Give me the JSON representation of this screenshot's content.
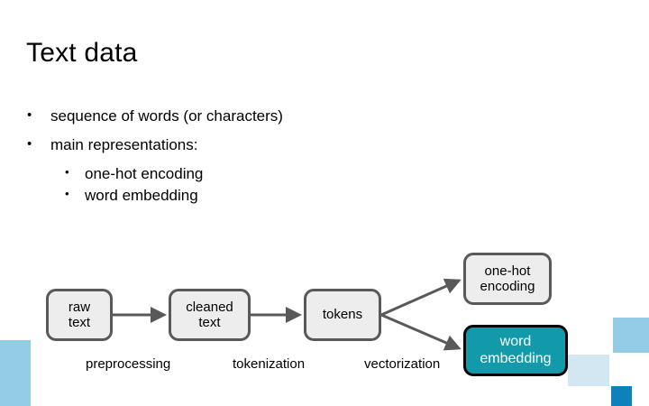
{
  "slide": {
    "title": "Text data",
    "background": "#ffffff"
  },
  "bullets": [
    {
      "level": 1,
      "marker": "•",
      "text": "sequence of words (or characters)"
    },
    {
      "level": 1,
      "marker": "•",
      "text": "main representations:"
    },
    {
      "level": 2,
      "marker": "•",
      "text": "one-hot encoding"
    },
    {
      "level": 2,
      "marker": "•",
      "text": "word embedding"
    }
  ],
  "diagram": {
    "nodes": [
      {
        "id": "raw-text",
        "line1": "raw",
        "line2": "text",
        "style": "gray"
      },
      {
        "id": "cleaned-text",
        "line1": "cleaned",
        "line2": "text",
        "style": "gray"
      },
      {
        "id": "tokens",
        "line1": "tokens",
        "line2": "",
        "style": "gray"
      },
      {
        "id": "one-hot",
        "line1": "one-hot",
        "line2": "encoding",
        "style": "gray"
      },
      {
        "id": "word-embedding",
        "line1": "word",
        "line2": "embedding",
        "style": "teal"
      }
    ],
    "edge_labels": [
      {
        "id": "preprocessing",
        "text": "preprocessing"
      },
      {
        "id": "tokenization",
        "text": "tokenization"
      },
      {
        "id": "vectorization",
        "text": "vectorization"
      }
    ],
    "colors": {
      "node_fill": "#EDEDED",
      "node_border": "#595959",
      "highlight_fill": "#129AAB",
      "highlight_border": "#000000",
      "highlight_text": "#FFFFFF",
      "arrow": "#595959"
    }
  },
  "decorations": [
    {
      "id": "left-bar",
      "color": "#95CCE5"
    },
    {
      "id": "right-top",
      "color": "#95CCE5"
    },
    {
      "id": "right-pale",
      "color": "#D2E7F2"
    },
    {
      "id": "right-strong",
      "color": "#0D81BA"
    }
  ]
}
